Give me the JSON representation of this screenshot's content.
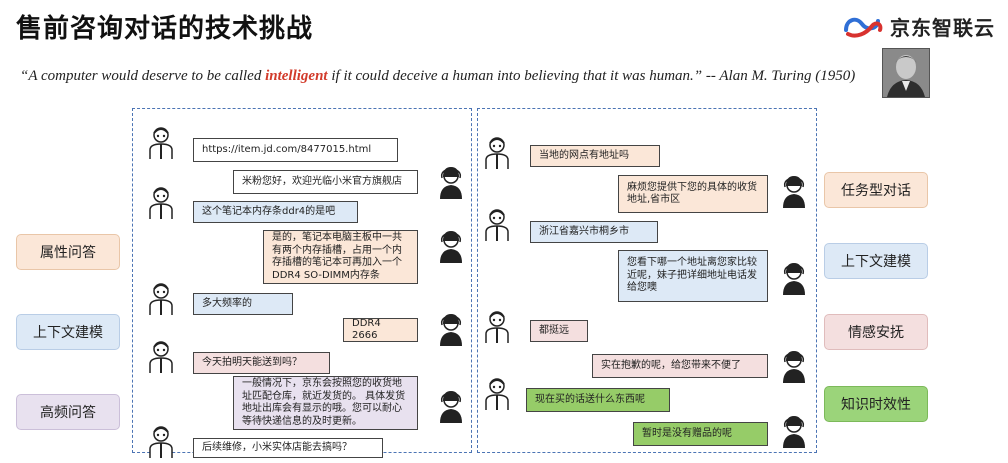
{
  "title": "售前咨询对话的技术挑战",
  "brand": {
    "name": "京东智联云"
  },
  "quote": {
    "before": "“A computer would deserve to be called ",
    "highlight": "intelligent",
    "after": " if it could deceive a human into believing that it was human.” -- Alan M. Turing (1950)"
  },
  "left_tags": [
    "属性问答",
    "上下文建模",
    "高频问答"
  ],
  "right_tags": [
    "任务型对话",
    "上下文建模",
    "情感安抚",
    "知识时效性"
  ],
  "colors": {
    "tag_orange": "#fbe7d8",
    "tag_blue": "#dde9f6",
    "tag_purple": "#e8e1ef",
    "tag_pink": "#f4dfdf",
    "tag_green": "#9bd47a",
    "bubble_green": "#96cc68",
    "panel_border": "#4c74b4"
  },
  "left_chat": [
    "https://item.jd.com/8477015.html",
    "米粉您好，欢迎光临小米官方旗舰店",
    "这个笔记本内存条ddr4的是吧",
    "是的，笔记本电脑主板中一共有两个内存插槽，占用一个内存插槽的笔记本可再加入一个DDR4 SO-DIMM内存条",
    "多大频率的",
    "DDR4 2666",
    "今天拍明天能送到吗？",
    "一般情况下，京东会按照您的收货地址匹配仓库，就近发货的。 具体发货地址出库会有显示的哦。您可以耐心等待快递信息的及时更新。",
    "后续维修，小米实体店能去搞吗？"
  ],
  "right_chat": [
    "当地的网点有地址吗",
    "麻烦您提供下您的具体的收货地址,省市区",
    "浙江省嘉兴市桐乡市",
    "您看下哪一个地址离您家比较近呢，妹子把详细地址电话发给您噢",
    "都挺远",
    "实在抱歉的呢，给您带来不便了",
    "现在买的话送什么东西呢",
    "暂时是没有赠品的呢"
  ]
}
